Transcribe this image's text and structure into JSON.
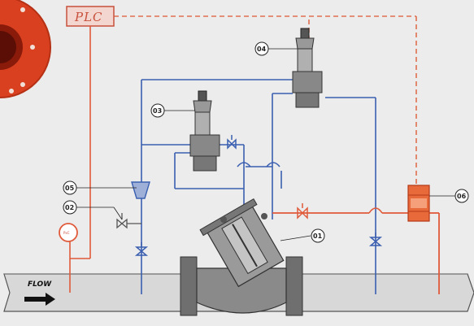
{
  "plc_label": "PLC",
  "flow_label": "FLOW",
  "pressure_gauge_label": "PxC",
  "callouts": {
    "c01": "01",
    "c02": "02",
    "c03": "03",
    "c04": "04",
    "c05": "05",
    "c06": "06"
  },
  "colors": {
    "blue_line": "#3a5fb0",
    "red_line": "#e05a3a",
    "dashed_line": "#e07050",
    "pipe_fill": "#d8d8d8",
    "flange_red": "#d8401f",
    "valve_body": "#8a8a8a"
  }
}
